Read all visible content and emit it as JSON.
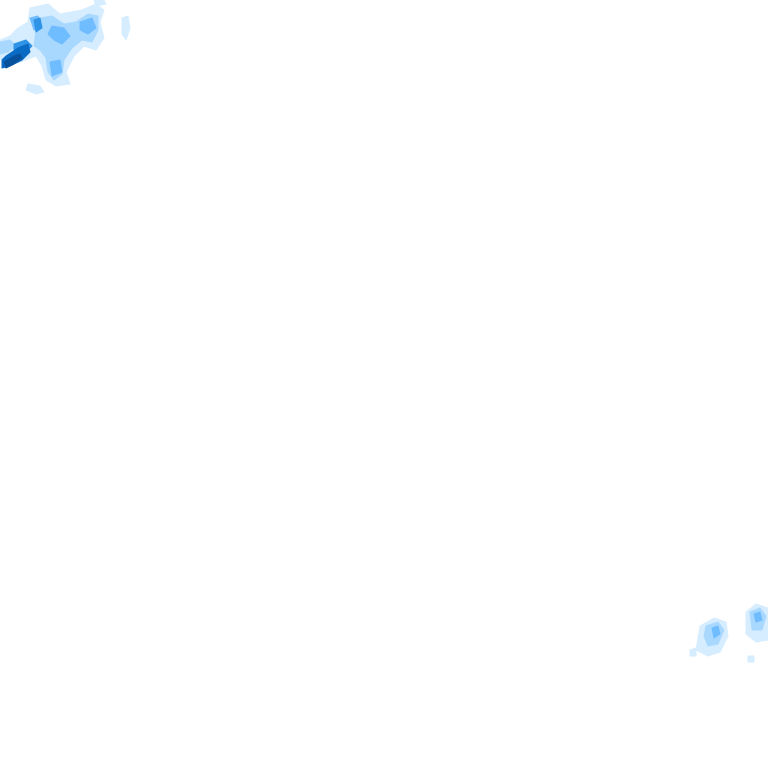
{
  "map": {
    "background_color": "#ffffff",
    "palette": {
      "lightest": "#d6ecff",
      "light": "#a9d8ff",
      "mid": "#6fbcff",
      "medium": "#2f93e6",
      "dark": "#0a6bc4",
      "darkest": "#08519c"
    },
    "regions": [
      {
        "id": "northwest-cluster",
        "levels": [
          "lightest",
          "light",
          "mid",
          "medium",
          "dark",
          "darkest"
        ]
      },
      {
        "id": "southeast-cluster",
        "levels": [
          "lightest",
          "light",
          "mid"
        ]
      }
    ]
  }
}
